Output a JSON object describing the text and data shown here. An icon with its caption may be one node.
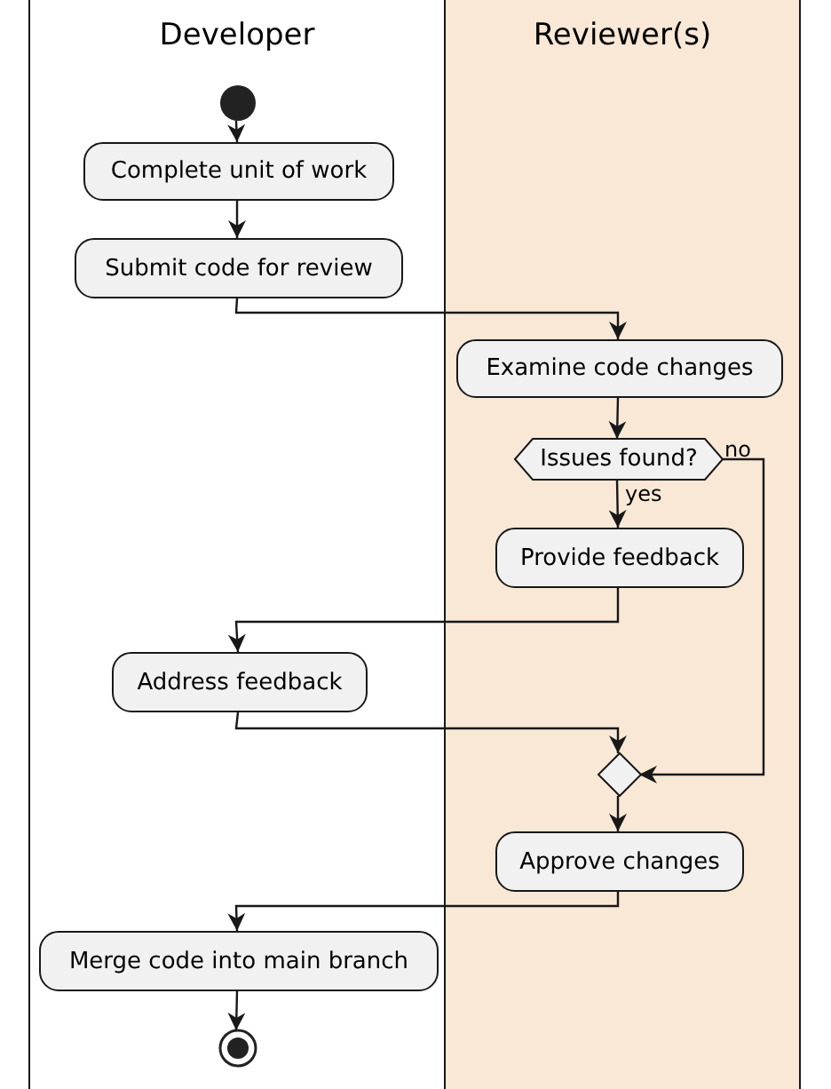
{
  "diagram": {
    "nodes": [
      {
        "text": [
          "Developer"
        ]
      },
      {
        "text": [
          "Reviewer(s)"
        ]
      },
      {
        "text": [],
        "shape": "circle",
        "in": 0
      },
      {
        "text": [
          "Complete unit of work"
        ],
        "in": 0
      },
      {
        "text": [
          "Submit code for review"
        ],
        "in": 0
      },
      {
        "text": [
          "Examine code changes"
        ],
        "in": 1
      },
      {
        "text": [
          "Issues found?"
        ],
        "in": 1
      },
      {
        "text": [
          "Provide feedback"
        ],
        "in": 1
      },
      {
        "text": [
          "Address feedback"
        ],
        "in": 0
      },
      {
        "text": [],
        "shape": "diamond",
        "in": 1
      },
      {
        "text": [
          "Approve changes"
        ],
        "in": 1
      },
      {
        "text": [
          "Merge code into main branch"
        ],
        "in": 0
      },
      {
        "text": [],
        "shape": "circle",
        "in": 0
      }
    ],
    "edges": [
      {
        "from": 2,
        "to": 3,
        "arrow": "to"
      },
      {
        "from": 3,
        "to": 4,
        "arrow": "to"
      },
      {
        "from": 4,
        "to": 5,
        "arrow": "to"
      },
      {
        "from": 5,
        "to": 6,
        "arrow": "to"
      },
      {
        "from": 6,
        "to": 7,
        "arrow": "to",
        "label": "yes"
      },
      {
        "from": 6,
        "to": 9,
        "arrow": "to",
        "label": "no"
      },
      {
        "from": 7,
        "to": 8,
        "arrow": "to"
      },
      {
        "from": 8,
        "to": 9,
        "arrow": "to"
      },
      {
        "from": 9,
        "to": 10,
        "arrow": "to"
      },
      {
        "from": 10,
        "to": 11,
        "arrow": "to"
      },
      {
        "from": 11,
        "to": 12,
        "arrow": "to"
      }
    ]
  }
}
